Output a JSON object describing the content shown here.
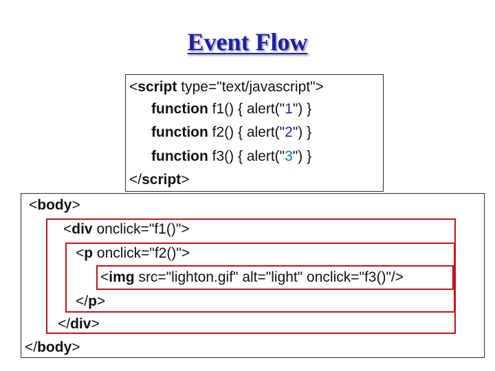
{
  "title": "Event Flow",
  "script_block": {
    "open_tag": "script",
    "open_attr": " type=\"text/javascript\">",
    "functions": [
      {
        "keyword": "function",
        "sig": " f1() { alert(\"",
        "arg": "1",
        "end": "\") }"
      },
      {
        "keyword": "function",
        "sig": " f2() { alert(\"",
        "arg": "2",
        "end": "\") }"
      },
      {
        "keyword": "function",
        "sig": " f3() { alert(\"",
        "arg": "3",
        "end": "\") }"
      }
    ],
    "close_tag": "script"
  },
  "markup": {
    "body_open": "body",
    "div_open_tag": "div",
    "div_open_attr": " onclick=\"f1()\">",
    "p_open_tag": "p",
    "p_open_attr": " onclick=\"f2()\">",
    "img_tag": "img",
    "img_attr": " src=\"lighton.gif\" alt=\"light\" onclick=\"f3()\"/>",
    "p_close": "p",
    "div_close": "div",
    "body_close": "body"
  },
  "colors": {
    "title": "#1f1fa8",
    "highlight_border": "#c0141d",
    "string_literal": "#1a2aa8"
  }
}
